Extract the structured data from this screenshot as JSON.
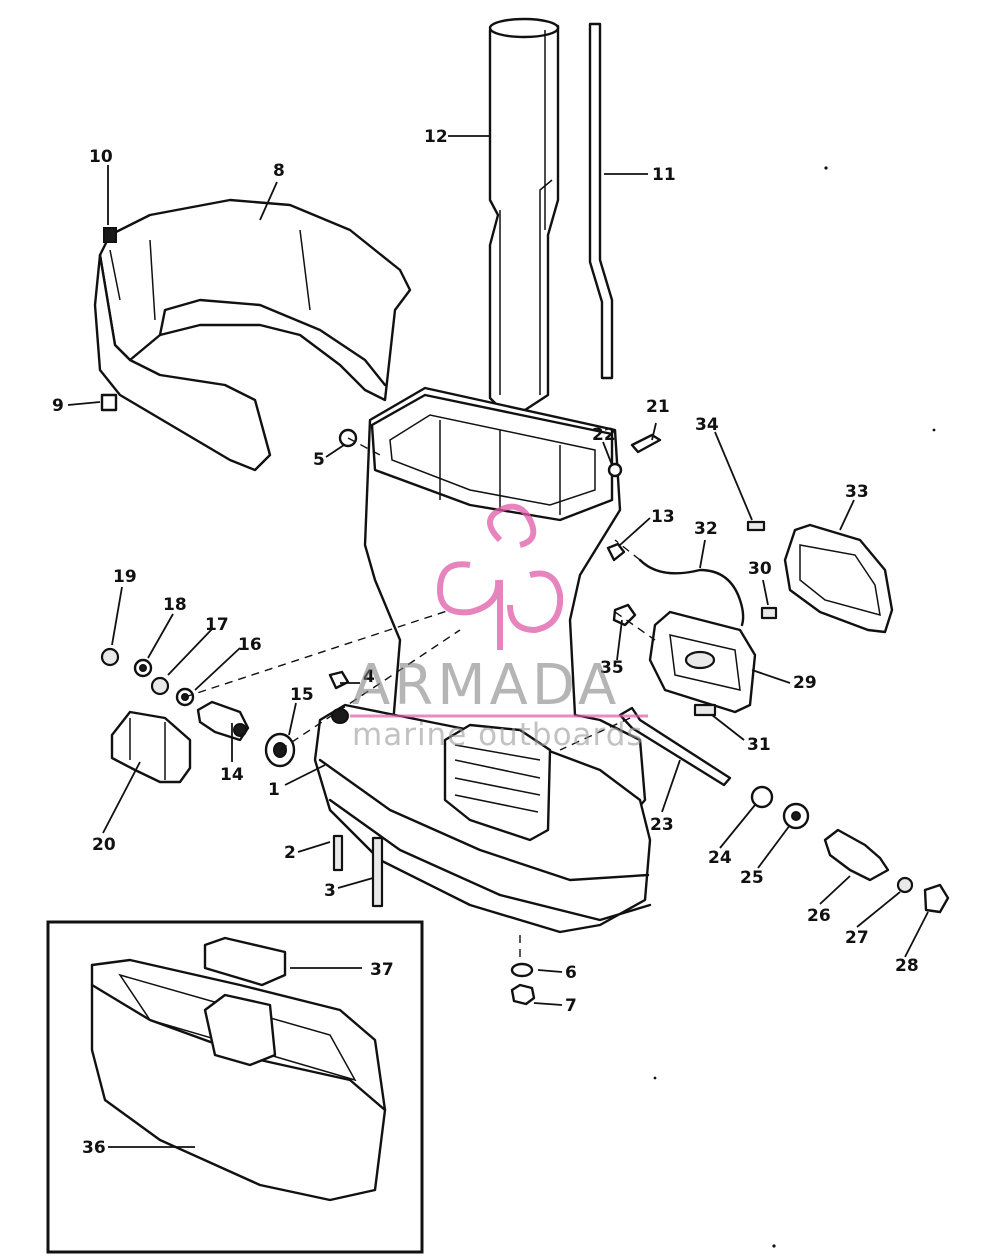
{
  "diagram": {
    "callouts": [
      "1",
      "2",
      "3",
      "4",
      "5",
      "6",
      "7",
      "8",
      "9",
      "10",
      "11",
      "12",
      "13",
      "14",
      "15",
      "16",
      "17",
      "18",
      "19",
      "20",
      "21",
      "22",
      "23",
      "24",
      "25",
      "26",
      "27",
      "28",
      "29",
      "30",
      "31",
      "32",
      "33",
      "34",
      "35",
      "36",
      "37"
    ]
  },
  "watermark": {
    "brand": "ARMADA",
    "tagline": "marine outboards"
  },
  "colors": {
    "line": "#111111",
    "watermark_logo": "#e05aa8",
    "watermark_text": "#7a7a7a"
  }
}
